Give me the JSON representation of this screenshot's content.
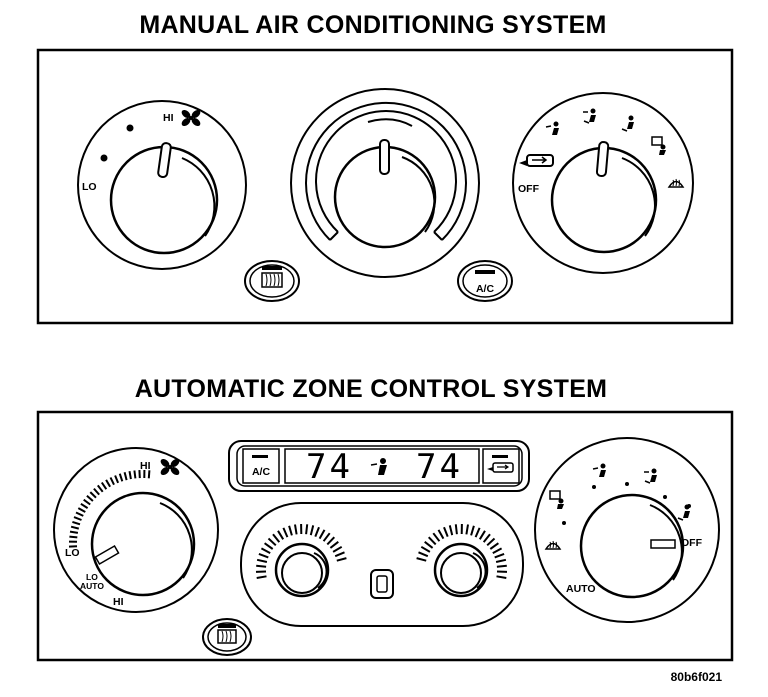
{
  "manual": {
    "title": "MANUAL AIR CONDITIONING SYSTEM",
    "fan_lo": "LO",
    "fan_hi": "HI",
    "mode_off": "OFF",
    "ac_button": "A/C"
  },
  "automatic": {
    "title": "AUTOMATIC ZONE CONTROL SYSTEM",
    "fan_hi": "HI",
    "fan_lo": "LO",
    "fan_lo_auto_1": "LO",
    "fan_lo_auto_2": "AUTO",
    "fan_hi_bottom": "HI",
    "ac_button": "A/C",
    "temp_left": "74",
    "temp_right": "74",
    "mode_off": "OFF",
    "mode_auto": "AUTO"
  },
  "figure_code": "80b6f021"
}
